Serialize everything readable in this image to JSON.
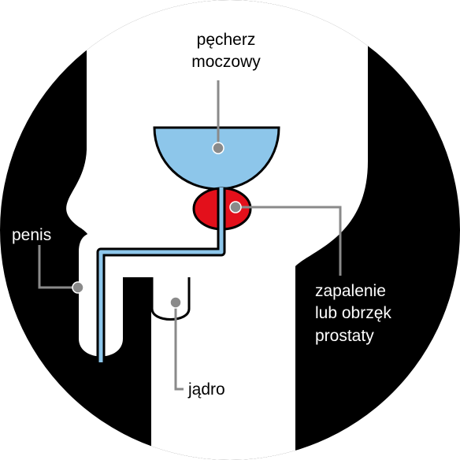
{
  "labels": {
    "bladder_line1": "pęcherz",
    "bladder_line2": "moczowy",
    "penis": "penis",
    "testicle": "jądro",
    "prostate_line1": "zapalenie",
    "prostate_line2": "lub obrzęk",
    "prostate_line3": "prostaty"
  },
  "colors": {
    "background": "#000000",
    "body": "#ffffff",
    "bladder": "#8dc6ea",
    "prostate": "#e3101b",
    "urethra": "#8dc6ea",
    "leader": "#8a8a8a"
  }
}
